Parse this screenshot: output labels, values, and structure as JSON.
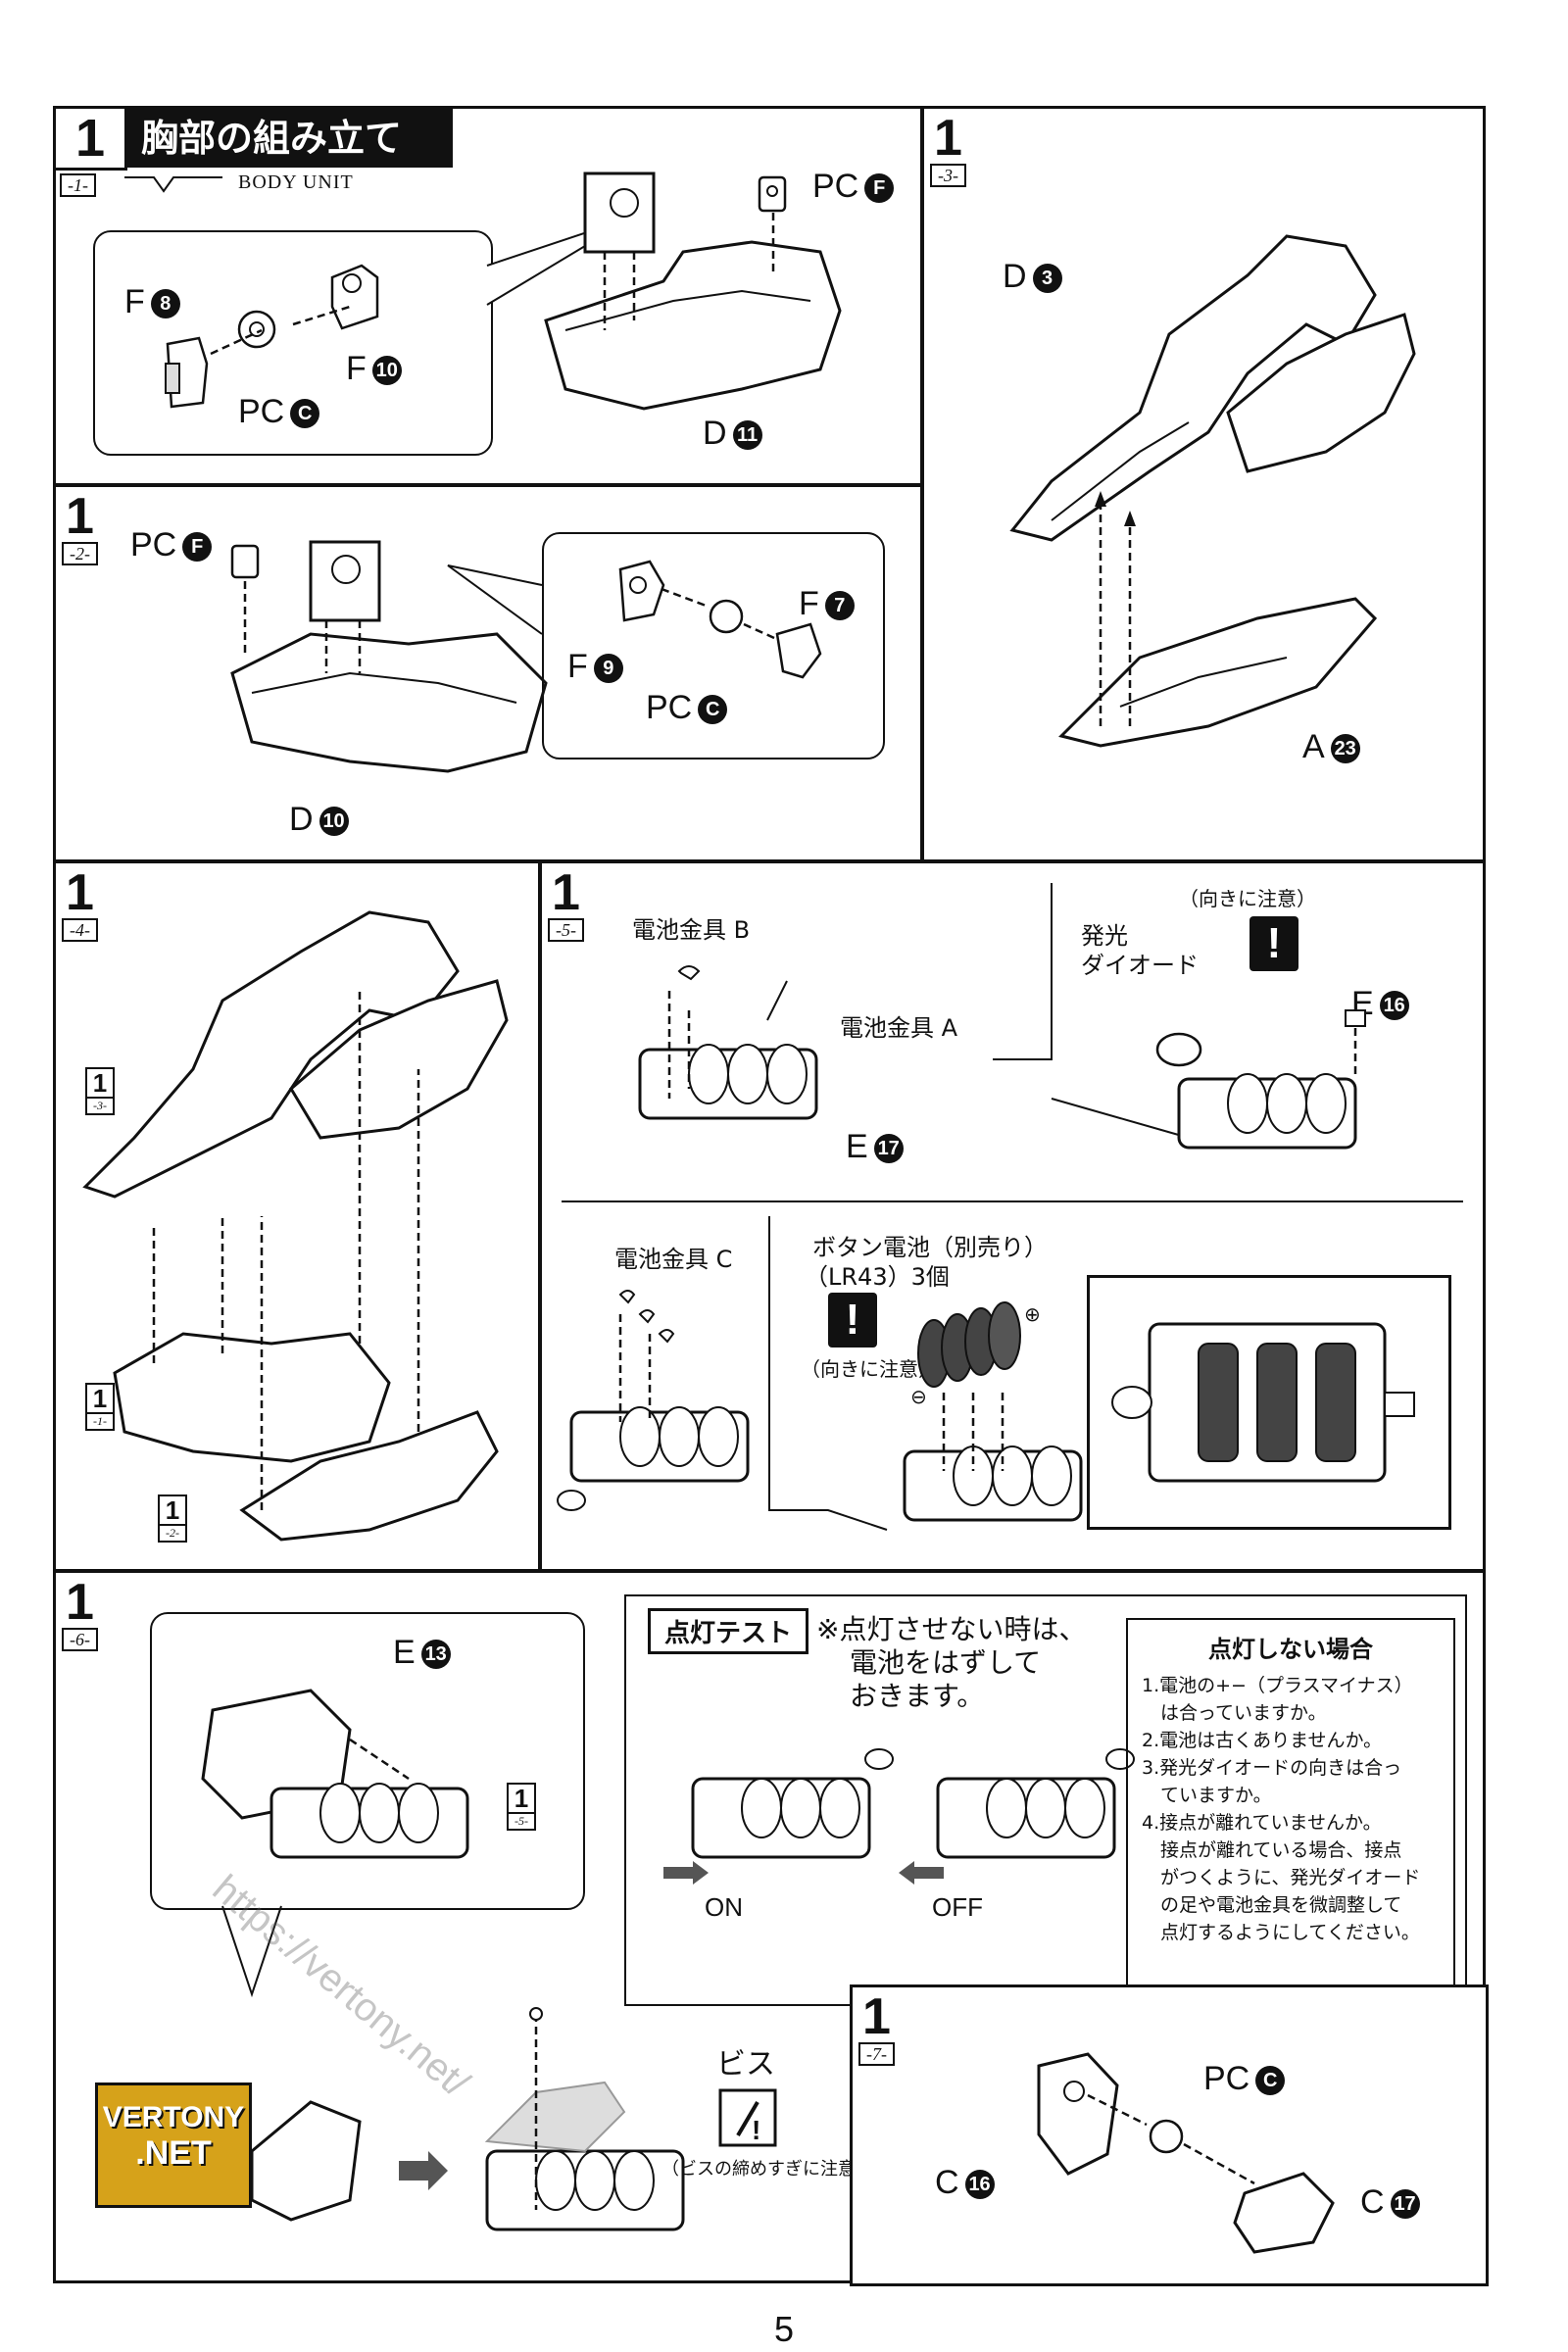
{
  "header": {
    "step_number": "1",
    "title_jp": "胸部の組み立て",
    "title_en": "BODY UNIT"
  },
  "steps": {
    "s1": {
      "num": "1",
      "sub": "-1-"
    },
    "s2": {
      "num": "1",
      "sub": "-2-"
    },
    "s3": {
      "num": "1",
      "sub": "-3-"
    },
    "s4": {
      "num": "1",
      "sub": "-4-"
    },
    "s5": {
      "num": "1",
      "sub": "-5-"
    },
    "s6": {
      "num": "1",
      "sub": "-6-"
    },
    "s7": {
      "num": "1",
      "sub": "-7-"
    }
  },
  "parts": {
    "p1_pcf": "PC",
    "p1_pcf_c": "F",
    "p1_f8": "F",
    "p1_f8_c": "8",
    "p1_f10": "F",
    "p1_f10_c": "10",
    "p1_pcc": "PC",
    "p1_pcc_c": "C",
    "p1_d11": "D",
    "p1_d11_c": "11",
    "p2_pcf": "PC",
    "p2_pcf_c": "F",
    "p2_f7": "F",
    "p2_f7_c": "7",
    "p2_f9": "F",
    "p2_f9_c": "9",
    "p2_pcc": "PC",
    "p2_pcc_c": "C",
    "p2_d10": "D",
    "p2_d10_c": "10",
    "p3_d3": "D",
    "p3_d3_c": "3",
    "p3_a23": "A",
    "p3_a23_c": "23",
    "p5_e17": "E",
    "p5_e17_c": "17",
    "p5_e16": "E",
    "p5_e16_c": "16",
    "p6_e13": "E",
    "p6_e13_c": "13",
    "p7_pcc": "PC",
    "p7_pcc_c": "C",
    "p7_c16": "C",
    "p7_c16_c": "16",
    "p7_c17": "C",
    "p7_c17_c": "17"
  },
  "refs": {
    "r3": {
      "n": "1",
      "s": "-3-"
    },
    "r1": {
      "n": "1",
      "s": "-1-"
    },
    "r2": {
      "n": "1",
      "s": "-2-"
    },
    "r5": {
      "n": "1",
      "s": "-5-"
    }
  },
  "battery": {
    "terminal_b": "電池金具 B",
    "terminal_a": "電池金具 A",
    "led_caution": "（向きに注意）",
    "led_line1": "発光",
    "led_line2": "ダイオード",
    "terminal_c": "電池金具 C",
    "cell_line1": "ボタン電池（別売り）",
    "cell_line2": "（LR43）3個",
    "cell_caution": "（向きに注意）",
    "plus": "⊕",
    "minus": "⊖"
  },
  "light_test": {
    "title": "点灯テスト",
    "note_line1": "※点灯させない時は、",
    "note_line2": "電池をはずして",
    "note_line3": "おきます。",
    "on": "ON",
    "off": "OFF"
  },
  "troubleshoot": {
    "title": "点灯しない場合",
    "items": [
      "1.電池の+−（プラスマイナス）",
      "　は合っていますか。",
      "2.電池は古くありませんか。",
      "3.発光ダイオードの向きは合っ",
      "　ていますか。",
      "4.接点が離れていませんか。",
      "　接点が離れている場合、接点",
      "　がつくように、発光ダイオード",
      "　の足や電池金具を微調整して",
      "　点灯するようにしてください。"
    ]
  },
  "screw": {
    "label": "ビス",
    "caution": "（ビスの締めすぎに注意）"
  },
  "watermark": {
    "url": "https://vertony.net/",
    "logo_line1": "VERTONY",
    "logo_line2": ".NET"
  },
  "page_number": "5"
}
